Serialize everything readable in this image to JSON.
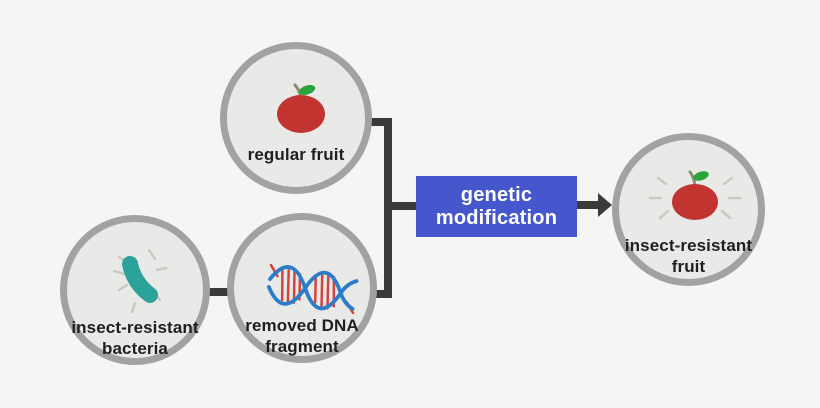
{
  "diagram": {
    "nodes": {
      "regular_fruit": {
        "label": "regular fruit",
        "icon": "apple-icon"
      },
      "bacteria": {
        "label_lines": [
          "insect-resistant",
          "bacteria"
        ],
        "icon": "bacteria-icon"
      },
      "dna": {
        "label_lines": [
          "removed DNA",
          "fragment"
        ],
        "icon": "dna-helix-icon"
      },
      "result_fruit": {
        "label_lines": [
          "insect-resistant",
          "fruit"
        ],
        "icon": "apple-highlight-icon"
      }
    },
    "process": {
      "label_lines": [
        "genetic",
        "modification"
      ]
    }
  },
  "colors": {
    "background": "#f5f5f3",
    "circle_fill": "#e9e9e7",
    "circle_border": "#a2a2a2",
    "connector": "#3a3a3a",
    "process_box": "#4656cc",
    "process_text": "#ffffff",
    "label_text": "#1f1f1f",
    "apple_red": "#c23430",
    "leaf_green": "#28a43a",
    "stem_brown": "#8d8d70",
    "bacteria_teal": "#2ba29a",
    "dna_blue": "#2b7dc9",
    "dna_red": "#d5433e",
    "dash_gray": "#c9c9c6"
  }
}
